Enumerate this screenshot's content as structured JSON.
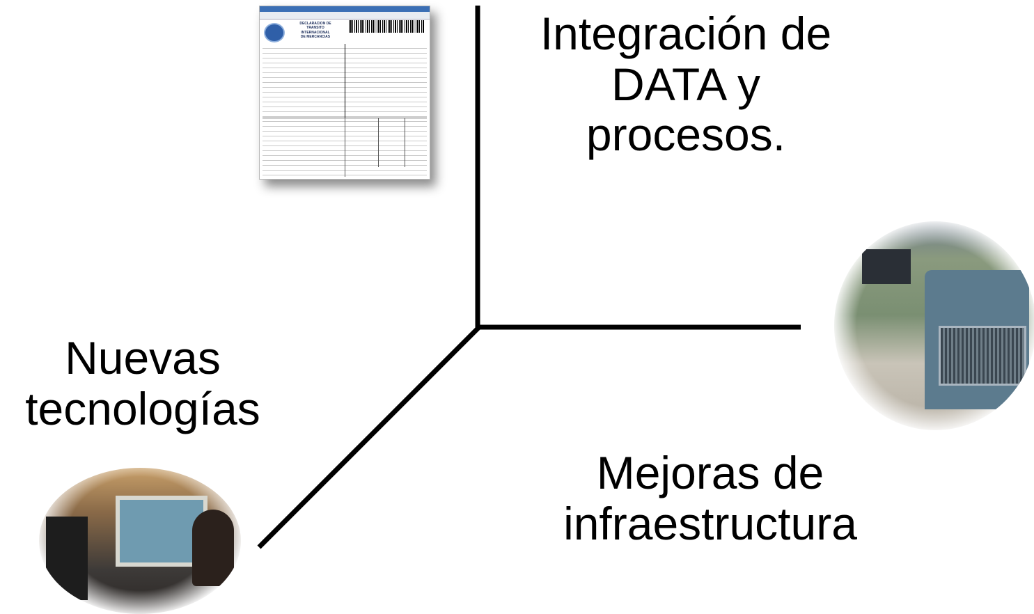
{
  "labels": {
    "top": [
      "Integración de",
      "DATA y",
      "procesos."
    ],
    "left": [
      "Nuevas",
      "tecnologías"
    ],
    "right": [
      "Mejoras de",
      "infraestructura"
    ]
  },
  "document": {
    "title": [
      "DECLARACION DE",
      "TRANSITO",
      "INTERNACIONAL",
      "DE MERCANCIAS"
    ]
  },
  "colors": {
    "lines": "#000000",
    "background": "#ffffff"
  },
  "images": [
    "document-thumbnail",
    "truck-photo",
    "office-photo"
  ]
}
